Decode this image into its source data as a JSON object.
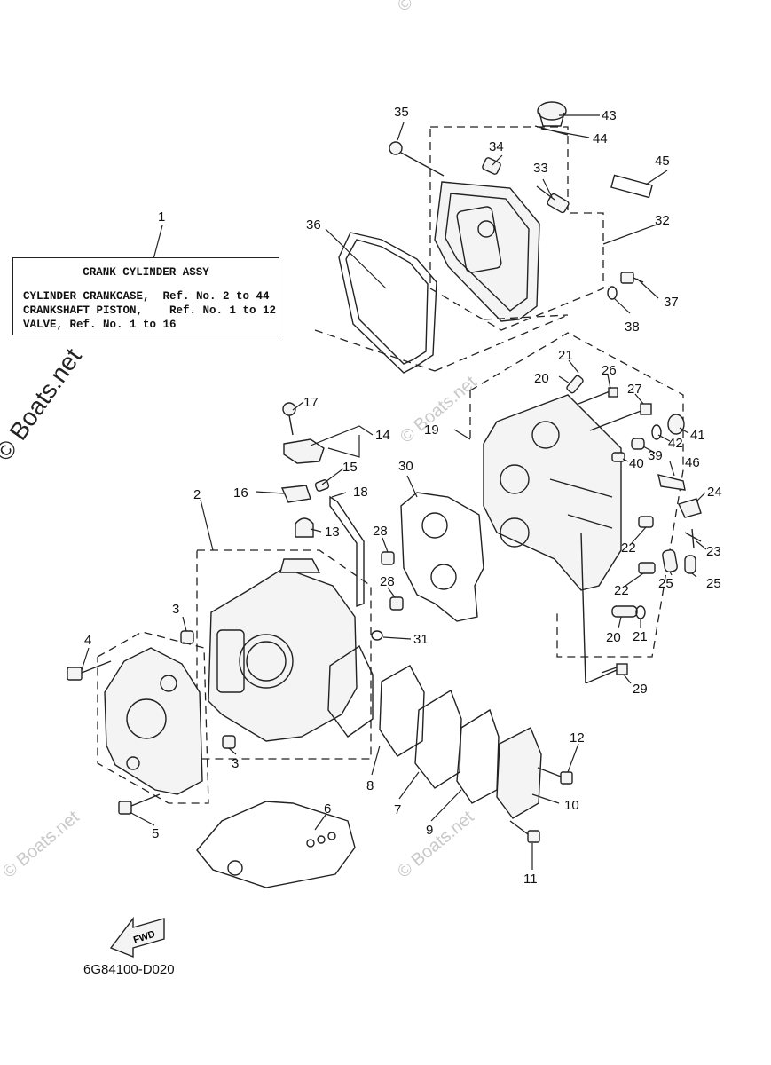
{
  "info_box": {
    "title": "CRANK CYLINDER ASSY",
    "line1": "CYLINDER CRANKCASE,  Ref. No. 2 to 44",
    "line2": "CRANKSHAFT PISTON,    Ref. No. 1 to 12",
    "line3": "VALVE, Ref. No. 1 to 16"
  },
  "diagram_code": "6G84100-D020",
  "fwd_label": "FWD",
  "watermark": "© Boats.net",
  "callouts": {
    "c1": "1",
    "c2": "2",
    "c3a": "3",
    "c3b": "3",
    "c4": "4",
    "c5": "5",
    "c6": "6",
    "c7": "7",
    "c8": "8",
    "c9": "9",
    "c10": "10",
    "c11": "11",
    "c12": "12",
    "c13": "13",
    "c14": "14",
    "c15": "15",
    "c16": "16",
    "c17": "17",
    "c18": "18",
    "c19": "19",
    "c20a": "20",
    "c20b": "20",
    "c21a": "21",
    "c21b": "21",
    "c22a": "22",
    "c22b": "22",
    "c23": "23",
    "c24": "24",
    "c25a": "25",
    "c25b": "25",
    "c26": "26",
    "c27": "27",
    "c28a": "28",
    "c28b": "28",
    "c29": "29",
    "c30": "30",
    "c31": "31",
    "c32": "32",
    "c33": "33",
    "c34": "34",
    "c35": "35",
    "c36": "36",
    "c37": "37",
    "c38": "38",
    "c39": "39",
    "c40": "40",
    "c41": "41",
    "c42": "42",
    "c43": "43",
    "c44": "44",
    "c45": "45",
    "c46": "46"
  }
}
